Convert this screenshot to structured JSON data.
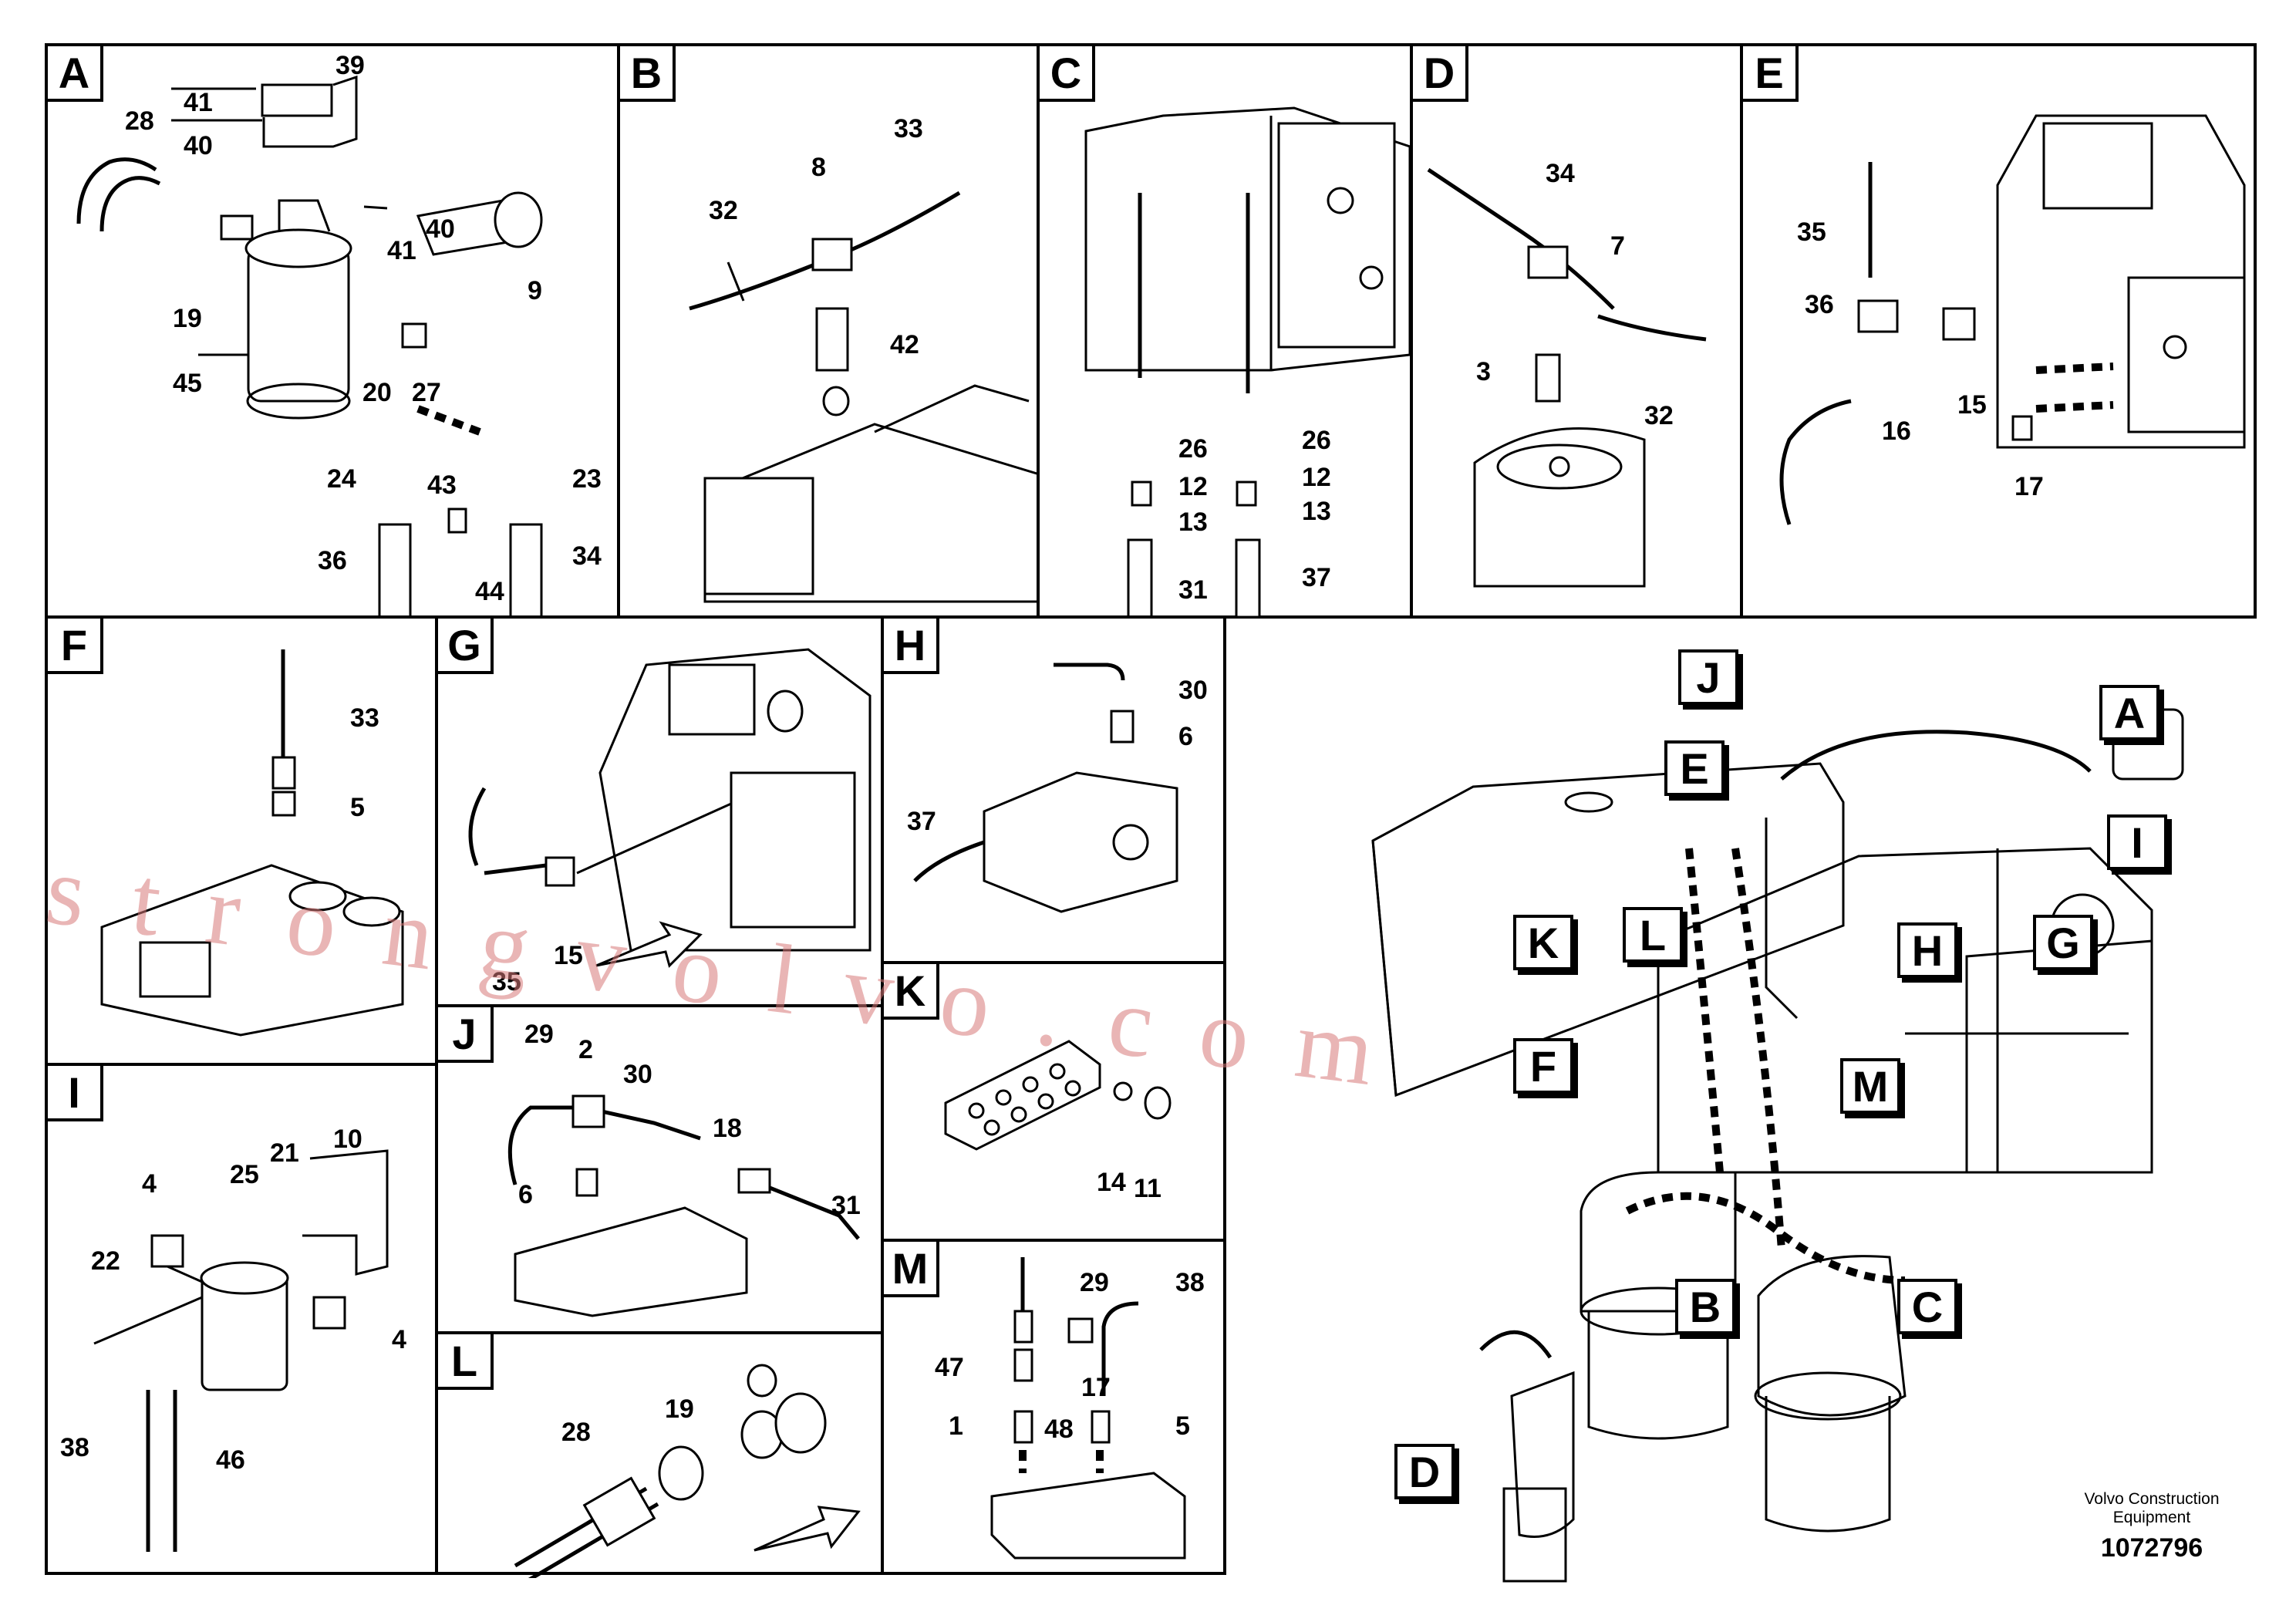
{
  "panels": {
    "A": {
      "label": "A",
      "callouts": [
        "41",
        "39",
        "40",
        "28",
        "40",
        "41",
        "19",
        "9",
        "45",
        "20",
        "27",
        "24",
        "43",
        "23",
        "36",
        "34",
        "44"
      ]
    },
    "B": {
      "label": "B",
      "callouts": [
        "33",
        "32",
        "8",
        "42"
      ]
    },
    "C": {
      "label": "C",
      "callouts": [
        "26",
        "26",
        "12",
        "12",
        "13",
        "13",
        "31",
        "37"
      ]
    },
    "D": {
      "label": "D",
      "callouts": [
        "34",
        "7",
        "3",
        "32"
      ]
    },
    "E": {
      "label": "E",
      "callouts": [
        "35",
        "36",
        "15",
        "16",
        "17"
      ]
    },
    "F": {
      "label": "F",
      "callouts": [
        "33",
        "5"
      ]
    },
    "G": {
      "label": "G",
      "callouts": [
        "15",
        "35"
      ]
    },
    "H": {
      "label": "H",
      "callouts": [
        "30",
        "6",
        "37"
      ]
    },
    "I": {
      "label": "I",
      "callouts": [
        "10",
        "25",
        "21",
        "4",
        "22",
        "4",
        "38",
        "46"
      ]
    },
    "J": {
      "label": "J",
      "callouts": [
        "29",
        "2",
        "30",
        "6",
        "18",
        "31"
      ]
    },
    "K": {
      "label": "K",
      "callouts": [
        "14",
        "11"
      ]
    },
    "L": {
      "label": "L",
      "callouts": [
        "28",
        "19"
      ]
    },
    "M": {
      "label": "M",
      "callouts": [
        "29",
        "38",
        "47",
        "17",
        "1",
        "48",
        "5"
      ]
    }
  },
  "overview": {
    "keys": [
      "J",
      "A",
      "E",
      "I",
      "G",
      "H",
      "K",
      "L",
      "F",
      "M",
      "B",
      "C",
      "D"
    ]
  },
  "footer": {
    "company_line1": "Volvo Construction",
    "company_line2": "Equipment",
    "drawing_number": "1072796"
  },
  "watermark": "strongvolvo.com",
  "colors": {
    "line": "#000000",
    "background": "#ffffff",
    "watermark": "#d77878"
  }
}
